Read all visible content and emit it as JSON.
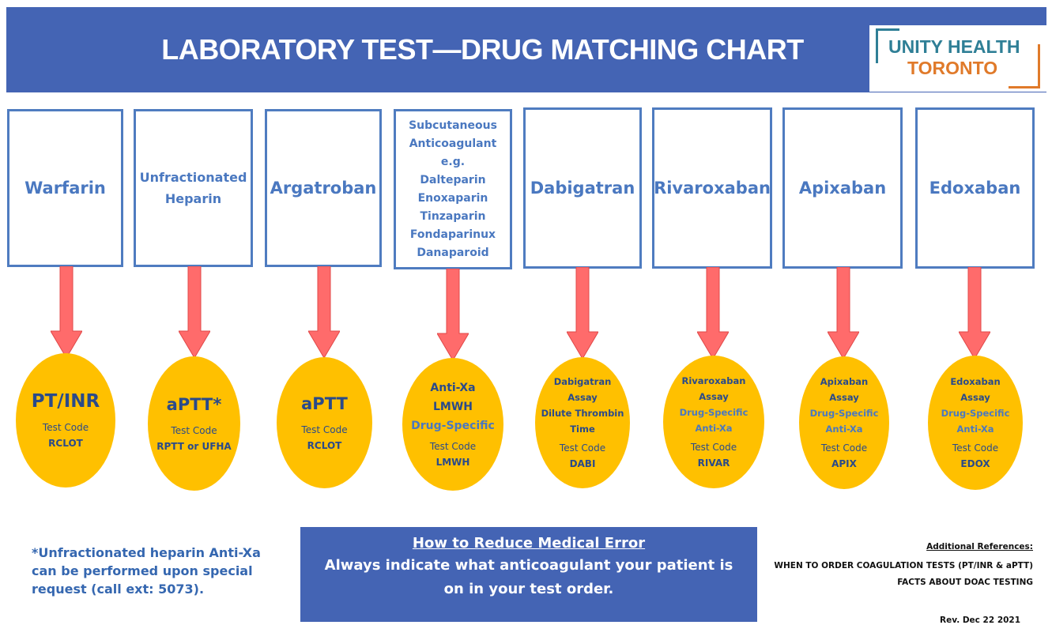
{
  "header": {
    "title": "LABORATORY TEST—DRUG MATCHING CHART",
    "logo_line1": "UNITY HEALTH",
    "logo_line2": "TORONTO"
  },
  "drugs": [
    {
      "lines": [
        "Warfarin"
      ]
    },
    {
      "lines": [
        "Unfractionated",
        "Heparin"
      ]
    },
    {
      "lines": [
        "Argatroban"
      ]
    },
    {
      "lines": [
        "Subcutaneous",
        "Anticoagulant",
        "e.g.",
        "Dalteparin",
        "Enoxaparin",
        "Tinzaparin",
        "Fondaparinux",
        "Danaparoid"
      ]
    },
    {
      "lines": [
        "Dabigatran"
      ]
    },
    {
      "lines": [
        "Rivaroxaban"
      ]
    },
    {
      "lines": [
        "Apixaban"
      ]
    },
    {
      "lines": [
        "Edoxaban"
      ]
    }
  ],
  "tests": [
    {
      "name": "PT/INR",
      "code_label": "Test Code",
      "code": "RCLOT"
    },
    {
      "name": "aPTT*",
      "code_label": "Test Code",
      "code": "RPTT or UFHA"
    },
    {
      "name": "aPTT",
      "code_label": "Test Code",
      "code": "RCLOT"
    },
    {
      "lines": [
        "Anti-Xa",
        "LMWH",
        "Drug-Specific"
      ],
      "code_label": "Test Code",
      "code": "LMWH"
    },
    {
      "lines": [
        "Dabigatran",
        "Assay",
        "Dilute Thrombin",
        "Time"
      ],
      "code_label": "Test Code",
      "code": "DABI"
    },
    {
      "lines": [
        "Rivaroxaban",
        "Assay",
        "Drug-Specific",
        "Anti-Xa"
      ],
      "code_label": "Test Code",
      "code": "RIVAR"
    },
    {
      "lines": [
        "Apixaban",
        "Assay",
        "Drug-Specific",
        "Anti-Xa"
      ],
      "code_label": "Test Code",
      "code": "APIX"
    },
    {
      "lines": [
        "Edoxaban",
        "Assay",
        "Drug-Specific",
        "Anti-Xa"
      ],
      "code_label": "Test Code",
      "code": "EDOX"
    }
  ],
  "footnote": "*Unfractionated heparin Anti-Xa can be performed upon special request (call ext: 5073).",
  "error_box": {
    "title": "How to Reduce Medical Error",
    "body": "Always indicate what anticoagulant your patient is on in your test order."
  },
  "references": {
    "title": "Additional References:",
    "items": [
      "WHEN TO ORDER COAGULATION TESTS (PT/INR & aPTT)",
      "FACTS ABOUT DOAC TESTING"
    ]
  },
  "revision": "Rev. Dec 22 2021",
  "colors": {
    "header_bg": "#4464b4",
    "box_border": "#4f7cc0",
    "drug_text": "#4a78c0",
    "circle_fill": "#ffc000",
    "arrow_fill": "#ff6b6b",
    "logo_teal": "#2f7f96",
    "logo_orange": "#e07a2a"
  }
}
